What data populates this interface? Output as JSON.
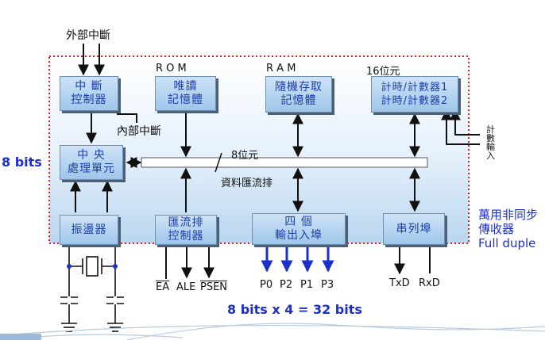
{
  "top_label": "外部中斷",
  "internal_interrupt": "內部中斷",
  "rom": "R O M",
  "ram": "R A M",
  "bits16": "16位元",
  "bus_width": "8位元",
  "bus_name": "資料匯流排",
  "left_bits": "8 bits",
  "bottom_bits": "8 bits x 4 = 32 bits",
  "counter_input": [
    "計",
    "數",
    "輸",
    "入"
  ],
  "uart_note": [
    "萬用非同步",
    "傳收器",
    "Full duple"
  ],
  "blocks": {
    "interrupt_ctrl": [
      "中  斷",
      "控制器"
    ],
    "rom_mem": [
      "唯讀",
      "記憶體"
    ],
    "ram_mem": [
      "隨機存取",
      "記憶體"
    ],
    "timer": [
      "計時/計數器1",
      "計時/計數器2"
    ],
    "cpu": [
      "中  央",
      "處理單元"
    ],
    "oscillator": [
      "振盪器"
    ],
    "bus_ctrl": [
      "匯流排",
      "控制器"
    ],
    "io_ports": [
      "四  個",
      "輸出入埠"
    ],
    "serial_port": [
      "串列埠"
    ]
  },
  "signals": {
    "ea": "EA",
    "ale": "ALE",
    "psen": "PSEN"
  },
  "ports": [
    "P0",
    "P2",
    "P1",
    "P3"
  ],
  "serial_pins": [
    "TxD",
    "RxD"
  ],
  "colors": {
    "dotted_border": "#e02020",
    "arrow_blue": "#1b2fd0",
    "block_text": "#1c3ea8"
  }
}
